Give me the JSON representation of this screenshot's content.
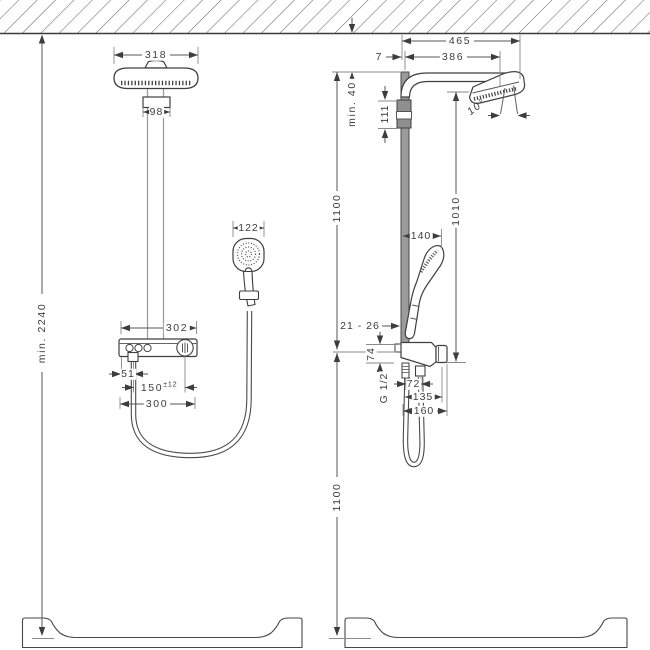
{
  "drawing": {
    "title": "shower system installation drawing",
    "colors": {
      "line": "#3f3f3f",
      "dim_line": "#555555",
      "pipe_fill": "#9b9b9b",
      "background": "#ffffff"
    },
    "front_view": {
      "head_width": "318",
      "arm_flange_width": "98",
      "handshower_width": "122",
      "tablet_width": "302",
      "outlet_offset": "51",
      "knob_offset_value": "150",
      "knob_offset_tolerance": "±12",
      "mounting_width": "300",
      "min_ceiling_height": "min. 2240"
    },
    "side_view": {
      "total_projection": "465",
      "pipe_offset": "7",
      "arm_projection": "386",
      "min_ceiling_gap": "min. 40",
      "bracket_height": "111",
      "bar_above_valve": "1100",
      "head_above_valve": "1010",
      "handshower_height": "140",
      "head_angle": "10°",
      "wall_clearance": "21 - 26",
      "valve_height": "74",
      "connection_thread": "G 1/2",
      "port_spacing": "72",
      "valve_width": "135",
      "valve_depth": "160",
      "valve_above_floor": "1100"
    }
  }
}
